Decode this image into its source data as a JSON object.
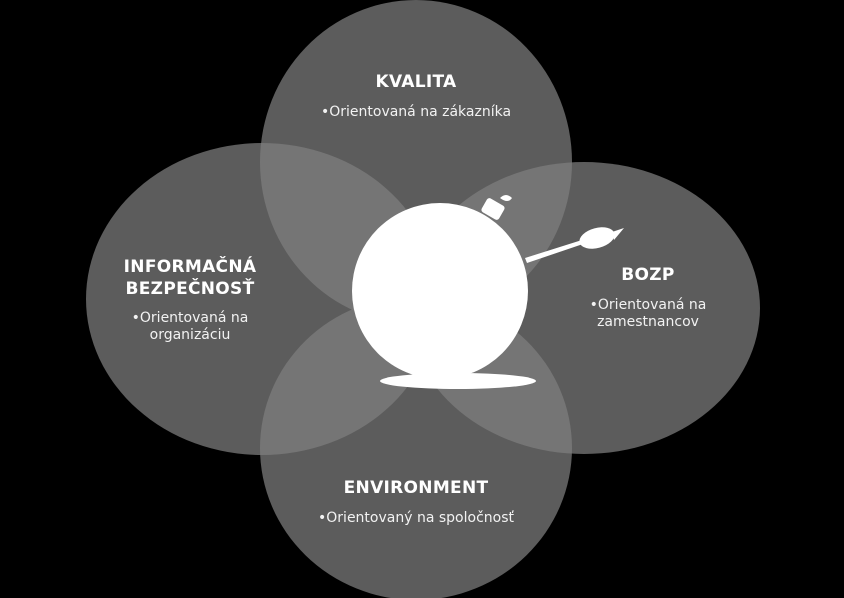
{
  "circles": [
    {
      "id": "kvalita",
      "title": "KVALITA",
      "bullet": "Orientovaná na zákazníka"
    },
    {
      "id": "informacna",
      "title_lines": [
        "INFORMAČNÁ",
        "BEZPEČNOSŤ"
      ],
      "bullet_lines": [
        "Orientovaná na",
        "organizáciu"
      ]
    },
    {
      "id": "bozp",
      "title": "BOZP",
      "bullet_lines": [
        "Orientovaná na",
        "zamestnancov"
      ]
    },
    {
      "id": "environment",
      "title": "ENVIRONMENT",
      "bullet": "Orientovaný na spoločnosť"
    }
  ],
  "colors": {
    "background": "#000000",
    "ellipse_fill": "#808080",
    "text": "#ffffff",
    "center_graphic": "#ffffff"
  },
  "center_graphic_icon": "bomb-with-fuse-icon"
}
